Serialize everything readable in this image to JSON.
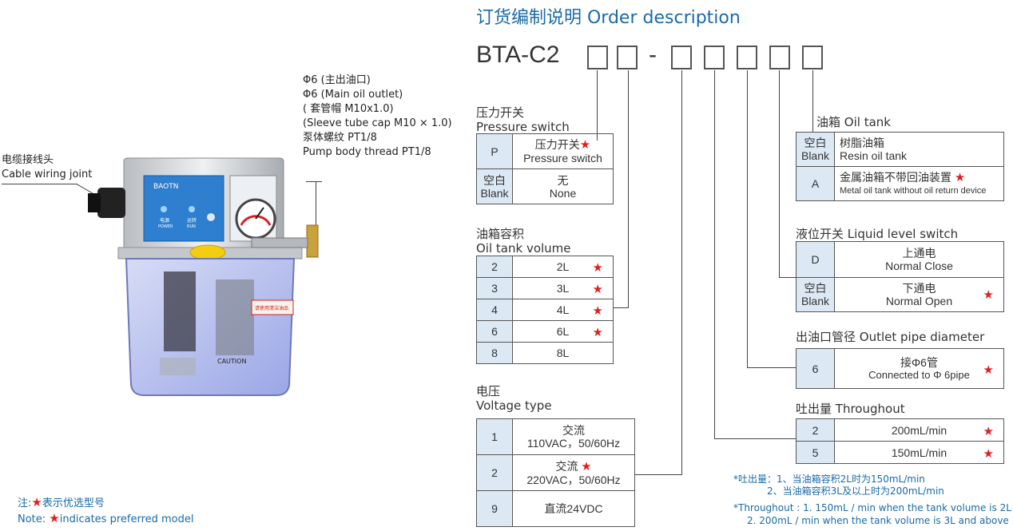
{
  "title": "订货编制说明 Order description",
  "model": {
    "prefix": "BTA-C2",
    "dash": "-"
  },
  "cable": {
    "cn": "电缆接线头",
    "en": "Cable wiring joint"
  },
  "outlet_annotation": [
    "Φ6 (主出油口)",
    "Φ6 (Main oil outlet)",
    "( 套管帽 M10x1.0)",
    "(Sleeve tube cap M10 × 1.0)",
    "泵体螺纹 PT1/8",
    "Pump body thread PT1/8"
  ],
  "legend": {
    "cn_prefix": "注:",
    "cn_text": "表示优选型号",
    "en_prefix": "Note:",
    "en_text": "indicates preferred model"
  },
  "star": "★",
  "pressure": {
    "cn": "压力开关",
    "en": "Pressure switch",
    "rows": [
      {
        "code": "P",
        "cn": "压力开关",
        "en": "Pressure switch",
        "preferred": true
      },
      {
        "code_cn": "空白",
        "code_en": "Blank",
        "cn": "无",
        "en": "None",
        "preferred": false
      }
    ]
  },
  "tank_volume": {
    "cn": "油箱容积",
    "en": "Oil tank volume",
    "rows": [
      {
        "code": "2",
        "value": "2L",
        "preferred": true
      },
      {
        "code": "3",
        "value": "3L",
        "preferred": true
      },
      {
        "code": "4",
        "value": "4L",
        "preferred": true
      },
      {
        "code": "6",
        "value": "6L",
        "preferred": true
      },
      {
        "code": "8",
        "value": "8L",
        "preferred": false
      }
    ]
  },
  "voltage": {
    "cn": "电压",
    "en": "Voltage type",
    "rows": [
      {
        "code": "1",
        "cn": "交流",
        "en": "110VAC，50/60Hz",
        "preferred": false
      },
      {
        "code": "2",
        "cn": "交流",
        "en": "220VAC，50/60Hz",
        "preferred": true
      },
      {
        "code": "9",
        "cn": "直流24VDC",
        "en": "",
        "preferred": false
      }
    ]
  },
  "oil_tank": {
    "cn": "油箱",
    "en": "Oil tank",
    "rows": [
      {
        "code_cn": "空白",
        "code_en": "Blank",
        "cn": "树脂油箱",
        "en": "Resin oil tank",
        "preferred": false
      },
      {
        "code": "A",
        "cn": "金属油箱不带回油装置",
        "en": "Metal oil tank without oil return device",
        "preferred": true
      }
    ]
  },
  "level_switch": {
    "cn": "液位开关",
    "en": "Liquid level switch",
    "rows": [
      {
        "code": "D",
        "cn": "上通电",
        "en": "Normal Close",
        "preferred": false
      },
      {
        "code_cn": "空白",
        "code_en": "Blank",
        "cn": "下通电",
        "en": "Normal Open",
        "preferred": true
      }
    ]
  },
  "outlet_pipe": {
    "cn": "出油口管径",
    "en": "Outlet pipe diameter",
    "rows": [
      {
        "code": "6",
        "cn": "接Φ6管",
        "en": "Connected to Φ 6pipe",
        "preferred": true
      }
    ]
  },
  "throughout": {
    "cn": "吐出量",
    "en": "Throughout",
    "rows": [
      {
        "code": "2",
        "value": "200mL/min",
        "preferred": true
      },
      {
        "code": "5",
        "value": "150mL/min",
        "preferred": true
      }
    ]
  },
  "footnote": [
    "*吐出量：1、当油箱容积2L时为150mL/min",
    "2、当油箱容积3L及以上时为200mL/min",
    "*Throughout : 1. 150mL / min when the tank volume is 2L",
    "2. 200mL / min when the tank volume is 3L and above"
  ],
  "product_labels": {
    "brand": "BAOTN",
    "power_cn": "电源",
    "power_en": "POWER",
    "run_cn": "运转",
    "run_en": "RUN",
    "caution": "CAUTION",
    "reminder": "请使用清洁油品"
  },
  "colors": {
    "title": "#1a6aa8",
    "code_cell": "#dce9f4",
    "star": "#e02020"
  }
}
